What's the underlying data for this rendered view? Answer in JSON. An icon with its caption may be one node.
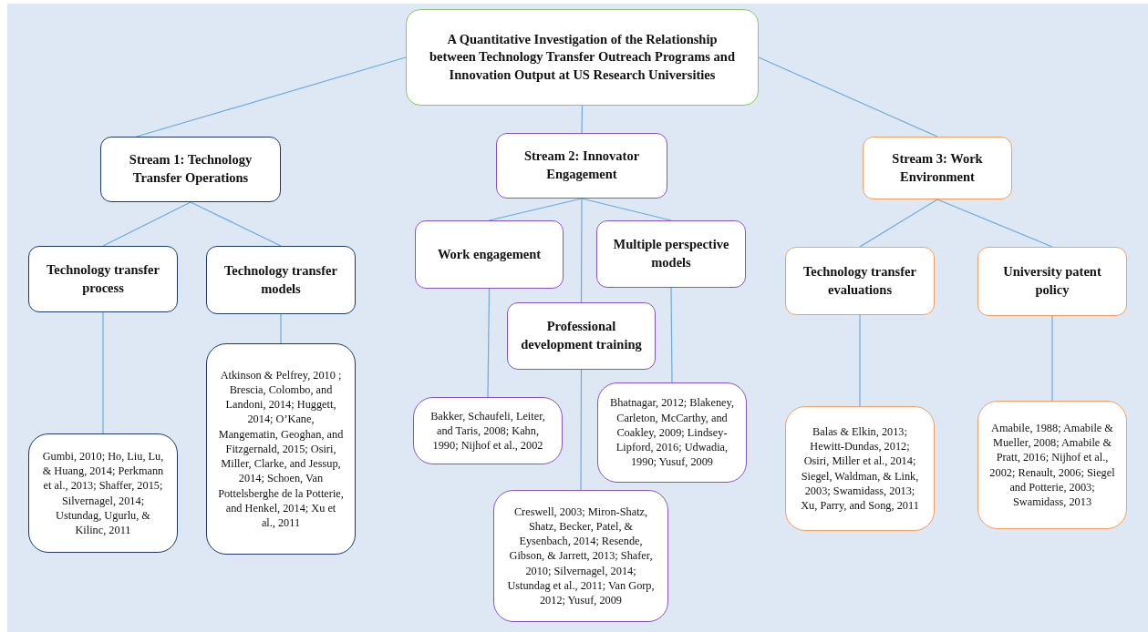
{
  "diagram": {
    "nodes": [
      {
        "text": [
          "A Quantitative Investigation of the Relationship between Technology Transfer Outreach Programs and Innovation Output at US Research Universities"
        ]
      },
      {
        "text": [
          "Stream 1: Technology Transfer Operations"
        ]
      },
      {
        "text": [
          "Stream 2: Innovator Engagement"
        ]
      },
      {
        "text": [
          "Stream 3: Work Environment"
        ]
      },
      {
        "text": [
          "Technology transfer process"
        ]
      },
      {
        "text": [
          "Technology transfer models"
        ]
      },
      {
        "text": [
          "Work engagement"
        ]
      },
      {
        "text": [
          "Multiple perspective models"
        ]
      },
      {
        "text": [
          "Professional development training"
        ]
      },
      {
        "text": [
          "Technology transfer evaluations"
        ]
      },
      {
        "text": [
          "University patent policy"
        ]
      },
      {
        "text": [
          "Gumbi, 2010; Ho, Liu, Lu, & Huang, 2014; Perkmann et al., 2013; Shaffer, 2015; Silvernagel, 2014; Ustundag, Ugurlu, & Kilinc, 2011"
        ]
      },
      {
        "text": [
          "Atkinson & Pelfrey, 2010 ; Brescia, Colombo, and Landoni, 2014; Huggett, 2014; O’Kane, Mangematin, Geoghan, and Fitzgernald, 2015; Osiri, Miller, Clarke, and Jessup, 2014; Schoen, Van Pottelsberghe de la Potterie, and Henkel, 2014; Xu et al., 2011"
        ]
      },
      {
        "text": [
          "Bakker, Schaufeli, Leiter, and Taris, 2008; Kahn, 1990; Nijhof et al., 2002"
        ]
      },
      {
        "text": [
          "Bhatnagar, 2012; Blakeney, Carleton, McCarthy, and Coakley, 2009; Lindsey-Lipford, 2016; Udwadia, 1990; Yusuf, 2009"
        ]
      },
      {
        "text": [
          "Creswell, 2003; Miron-Shatz, Shatz, Becker, Patel, & Eysenbach, 2014; Resende, Gibson, & Jarrett, 2013; Shafer, 2010; Silvernagel, 2014; Ustundag et al., 2011; Van Gorp, 2012; Yusuf, 2009"
        ]
      },
      {
        "text": [
          "Balas & Elkin, 2013; Hewitt-Dundas, 2012; Osiri, Miller et al., 2014; Siegel, Waldman, & Link, 2003; Swamidass, 2013; Xu, Parry, and Song, 2011"
        ]
      },
      {
        "text": [
          "Amabile, 1988; Amabile & Mueller, 2008; Amabile & Pratt, 2016; Nijhof et al., 2002; Renault, 2006; Siegel and Potterie, 2003; Swamidass, 2013"
        ]
      }
    ],
    "edges": [
      {
        "from": 0,
        "to": 1,
        "arrow": "none"
      },
      {
        "from": 0,
        "to": 2,
        "arrow": "none"
      },
      {
        "from": 0,
        "to": 3,
        "arrow": "none"
      },
      {
        "from": 1,
        "to": 4,
        "arrow": "none"
      },
      {
        "from": 1,
        "to": 5,
        "arrow": "none"
      },
      {
        "from": 2,
        "to": 6,
        "arrow": "none"
      },
      {
        "from": 2,
        "to": 7,
        "arrow": "none"
      },
      {
        "from": 2,
        "to": 8,
        "arrow": "none"
      },
      {
        "from": 3,
        "to": 9,
        "arrow": "none"
      },
      {
        "from": 3,
        "to": 10,
        "arrow": "none"
      },
      {
        "from": 4,
        "to": 11,
        "arrow": "none"
      },
      {
        "from": 5,
        "to": 12,
        "arrow": "none"
      },
      {
        "from": 6,
        "to": 13,
        "arrow": "none"
      },
      {
        "from": 7,
        "to": 14,
        "arrow": "none"
      },
      {
        "from": 8,
        "to": 15,
        "arrow": "none"
      },
      {
        "from": 9,
        "to": 16,
        "arrow": "none"
      },
      {
        "from": 10,
        "to": 17,
        "arrow": "none"
      }
    ]
  }
}
